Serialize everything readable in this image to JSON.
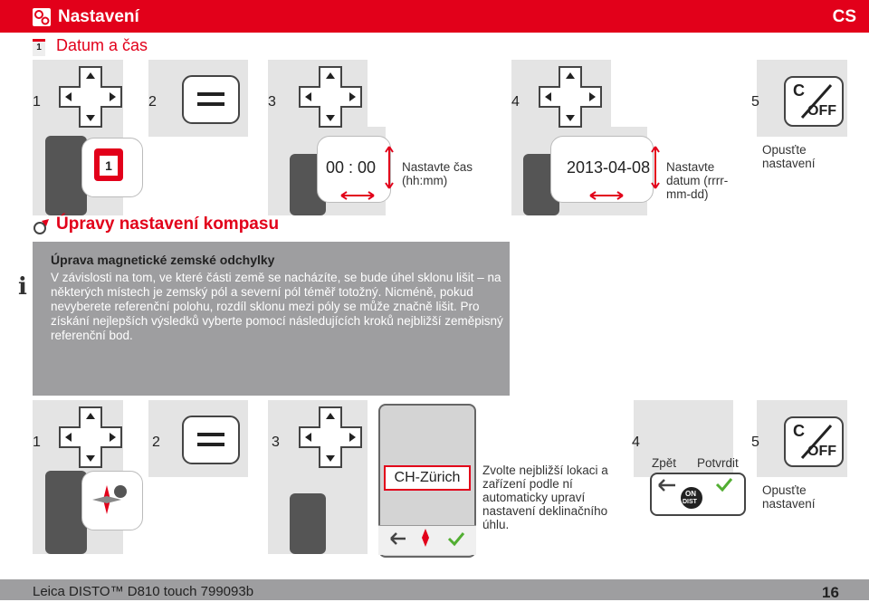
{
  "header": {
    "title": "Nastavení",
    "lang": "CS"
  },
  "section1": {
    "number": "1",
    "title": "Datum a čas"
  },
  "row1": {
    "steps": [
      "1",
      "2",
      "3",
      "4",
      "5"
    ],
    "device_icon_number": "1",
    "time_value": "00 : 00",
    "time_caption": "Nastavte čas (hh:mm)",
    "date_value": "2013-04-08",
    "date_caption": "Nastavte datum (rrrr-mm-dd)",
    "exit_caption": "Opusťte nastavení",
    "c_label": "C",
    "off_label": "OFF"
  },
  "section2": {
    "title": "Úpravy nastavení kompasu"
  },
  "info": {
    "title": "Úprava magnetické zemské odchylky",
    "text": "V závislosti na tom, ve které části země se nacházíte, se bude úhel sklonu lišit – na některých místech je zemský pól a severní pól téměř totožný. Nicméně, pokud nevyberete referenční polohu, rozdíl sklonu mezi póly se může značně lišit. Pro získání nejlepších výsledků vyberte pomocí následujících kroků nejbližší zeměpisný referenční bod.",
    "icon": "i"
  },
  "row2": {
    "steps": [
      "1",
      "2",
      "3",
      "4",
      "5"
    ],
    "location": "CH-Zürich",
    "location_caption": "Zvolte nejbližší lokaci a zařízení podle ní automaticky upraví nastavení deklinačního úhlu.",
    "back_label": "Zpět",
    "confirm_label": "Potvrdit",
    "exit_caption": "Opusťte nastavení",
    "on_label": "ON",
    "dist_label": "DIST",
    "c_label": "C",
    "off_label": "OFF"
  },
  "footer": {
    "product": "Leica DISTO™ D810 touch 799093b",
    "page": "16"
  },
  "colors": {
    "brand_red": "#e2001a",
    "grey_box": "#e4e4e4",
    "info_bg": "#9e9ea0",
    "confirm_green": "#52ae32"
  }
}
